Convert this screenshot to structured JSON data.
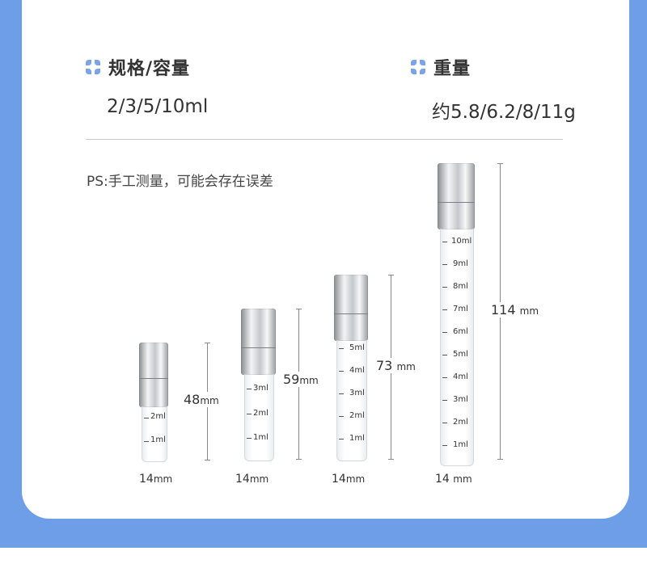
{
  "spec_capacity": {
    "title": "规格/容量",
    "value": "2/3/5/10ml"
  },
  "spec_weight": {
    "title": "重量",
    "value": "约5.8/6.2/8/11g"
  },
  "note": "PS:手工测量，可能会存在误差",
  "vials": [
    {
      "height_value": "48",
      "height_unit": "mm",
      "width_value": "14",
      "width_unit": "mm",
      "scale": [
        "2ml",
        "1ml"
      ]
    },
    {
      "height_value": "59",
      "height_unit": "mm",
      "width_value": "14",
      "width_unit": "mm",
      "scale": [
        "3ml",
        "2ml",
        "1ml"
      ]
    },
    {
      "height_value": "73",
      "height_unit": "mm",
      "width_value": "14",
      "width_unit": "mm",
      "scale": [
        "5ml",
        "4ml",
        "3ml",
        "2ml",
        "1ml"
      ]
    },
    {
      "height_value": "114",
      "height_unit": "mm",
      "width_value": "14",
      "width_unit": "mm",
      "scale": [
        "10ml",
        "9ml",
        "8ml",
        "7ml",
        "6ml",
        "5ml",
        "4ml",
        "3ml",
        "2ml",
        "1ml"
      ]
    }
  ],
  "colors": {
    "accent": "#6f9ee8",
    "icon": "#7aa4ea"
  }
}
